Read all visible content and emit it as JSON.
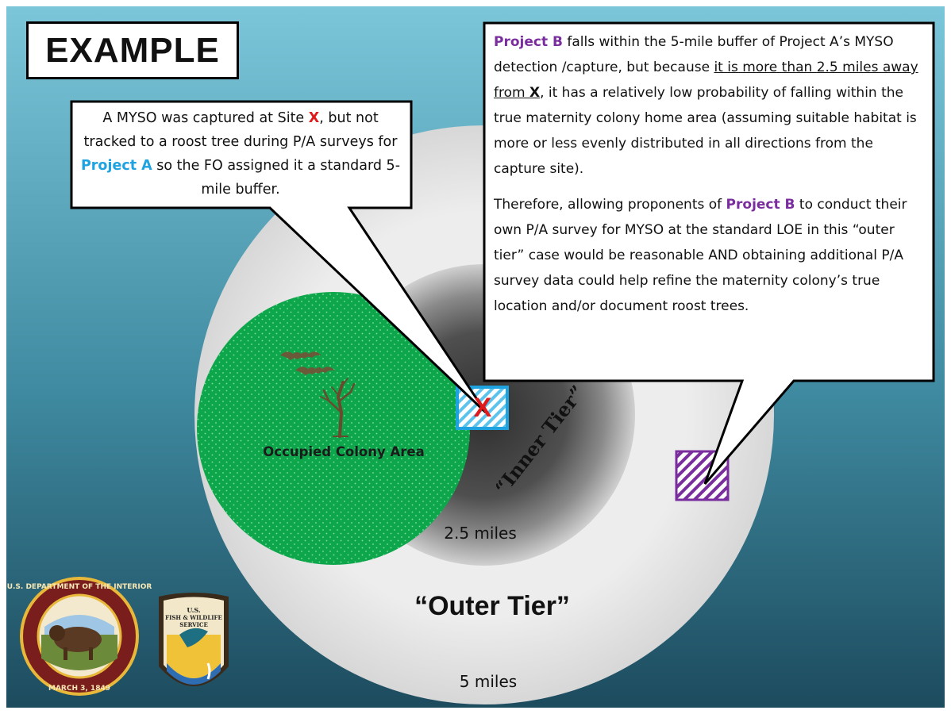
{
  "title": "EXAMPLE",
  "callout_a": {
    "part1": "A MYSO was captured at Site ",
    "site": "X",
    "part2": ", but not tracked to a roost tree during P/A surveys for ",
    "project": "Project A",
    "part3": " so the FO assigned it a standard 5-mile buffer."
  },
  "callout_b": {
    "p1_project": "Project B",
    "p1_text1": " falls within the 5-mile buffer of Project A’s MYSO detection /capture, but because ",
    "p1_underline": "it is more than 2.5 miles away from ",
    "p1_x": "X",
    "p1_text2": ", it has a relatively low probability of falling within the true maternity colony home area (assuming suitable habitat is more or less evenly distributed in all directions from the capture site).",
    "p2_text1": "Therefore, allowing proponents of ",
    "p2_project": "Project B",
    "p2_text2": " to conduct their own P/A survey for MYSO at the standard LOE in this “outer tier” case would be reasonable AND obtaining additional P/A survey data could help refine the maternity colony’s true location and/or document roost trees."
  },
  "map": {
    "occupied_label": "Occupied Colony Area",
    "inner_tier_label": "“Inner Tier”",
    "inner_radius_label": "2.5 miles",
    "outer_tier_label": "“Outer Tier”",
    "outer_radius_label": "5 miles",
    "site_marker": "X"
  },
  "logos": {
    "doi": "U.S. DEPARTMENT OF THE INTERIOR · MARCH 3, 1849",
    "usfws": "U.S. FISH & WILDLIFE SERVICE"
  },
  "colors": {
    "background_top": "#6fbcd3",
    "background_bottom": "#1f4f63",
    "outer_ring": "#e8e8e8",
    "inner_ring": "#4a4a4a",
    "colony": "#0ea64b",
    "project_a": "#1ea3e0",
    "project_b": "#7a2e9e",
    "site_x": "#e01a1a"
  }
}
